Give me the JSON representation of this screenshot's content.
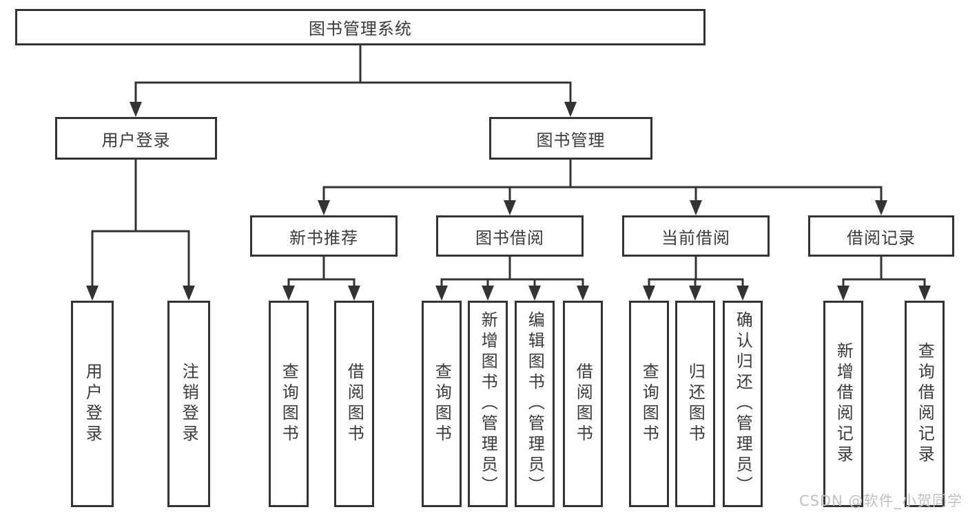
{
  "tree": {
    "root": {
      "label": "图书管理系统"
    },
    "branches": [
      {
        "label": "用户登录",
        "children": [
          {
            "label": "用户登录"
          },
          {
            "label": "注销登录"
          }
        ]
      },
      {
        "label": "图书管理",
        "children": [
          {
            "label": "新书推荐",
            "children": [
              {
                "label": "查询图书"
              },
              {
                "label": "借阅图书"
              }
            ]
          },
          {
            "label": "图书借阅",
            "children": [
              {
                "label": "查询图书"
              },
              {
                "label": "新增图书（管理员）"
              },
              {
                "label": "编辑图书（管理员）"
              },
              {
                "label": "借阅图书"
              }
            ]
          },
          {
            "label": "当前借阅",
            "children": [
              {
                "label": "查询图书"
              },
              {
                "label": "归还图书"
              },
              {
                "label": "确认归还（管理员）"
              }
            ]
          },
          {
            "label": "借阅记录",
            "children": [
              {
                "label": "新增借阅记录"
              },
              {
                "label": "查询借阅记录"
              }
            ]
          }
        ]
      }
    ]
  },
  "watermark": "CSDN @软件_小贺同学",
  "colors": {
    "line": "#333333",
    "text": "#3a3a3a",
    "background": "#ffffff",
    "watermark": "#c0c0c0"
  }
}
